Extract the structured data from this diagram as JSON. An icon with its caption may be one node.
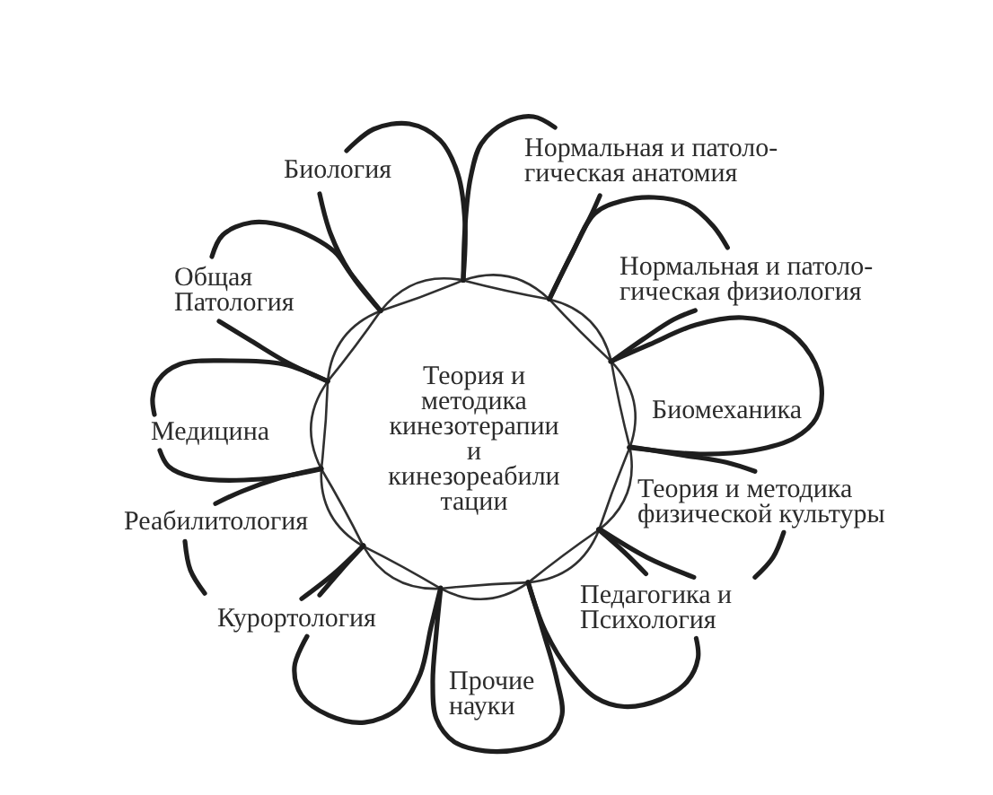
{
  "diagram": {
    "nodes": [
      {
        "text": [
          "Теория и методика кинезотерапии и кинезореабили тации"
        ]
      },
      {
        "text": [
          "Биология"
        ]
      },
      {
        "text": [
          "Нормальная и патоло- гическая анатомия"
        ]
      },
      {
        "text": [
          "Нормальная и патоло- гическая физиология"
        ]
      },
      {
        "text": [
          "Биомеханика"
        ]
      },
      {
        "text": [
          "Теория и методика физической культуры"
        ]
      },
      {
        "text": [
          "Педагогика и Психология"
        ]
      },
      {
        "text": [
          "Прочие науки"
        ]
      },
      {
        "text": [
          "Курортология"
        ]
      },
      {
        "text": [
          "Реабилитология"
        ]
      },
      {
        "text": [
          "Медицина"
        ]
      },
      {
        "text": [
          "Общая Патология"
        ]
      }
    ]
  }
}
